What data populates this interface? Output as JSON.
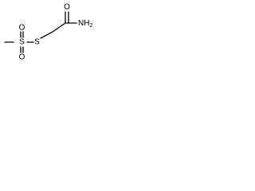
{
  "molecule": {
    "atoms": {
      "O1": "O",
      "O2": "O",
      "O3": "O",
      "S1": "S",
      "S2": "S",
      "N": "NH",
      "N_sub": "2"
    }
  }
}
